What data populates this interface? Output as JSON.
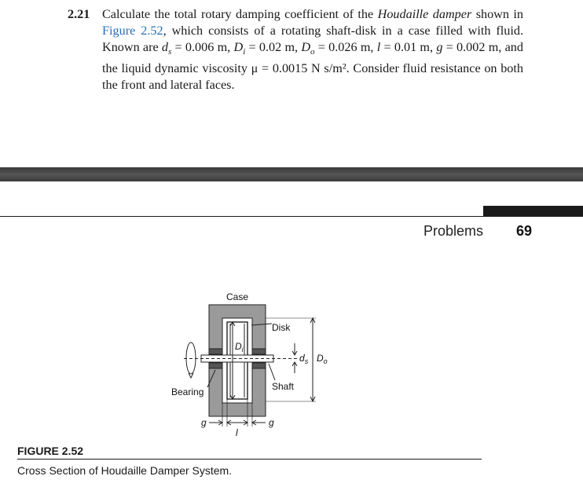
{
  "problem": {
    "number": "2.21",
    "text_a": "Calculate the total rotary damping coefficient of the ",
    "text_b": "Houdaille damper",
    "text_c": " shown in ",
    "link": "Figure 2.52",
    "text_d": ", which consists of a rotating shaft-disk in a case filled with fluid. Known are ",
    "known": "d_s = 0.006 m, D_i = 0.02 m, D_o = 0.026 m, l = 0.01 m, g = 0.002 m, and the liquid dynamic viscosity μ = 0.0015 N s/m². Consider fluid resistance on both the front and lateral faces."
  },
  "header": {
    "running_head": "Problems",
    "page_number": "69"
  },
  "figure": {
    "labels": {
      "case": "Case",
      "disk": "Disk",
      "shaft": "Shaft",
      "bearing": "Bearing",
      "di": "D",
      "di_sub": "i",
      "do": "D",
      "do_sub": "o",
      "ds": "d",
      "ds_sub": "s",
      "g_left": "g",
      "g_right": "g",
      "l": "l"
    },
    "caption_title": "FIGURE 2.52",
    "caption_text": "Cross Section of Houdaille Damper System."
  }
}
